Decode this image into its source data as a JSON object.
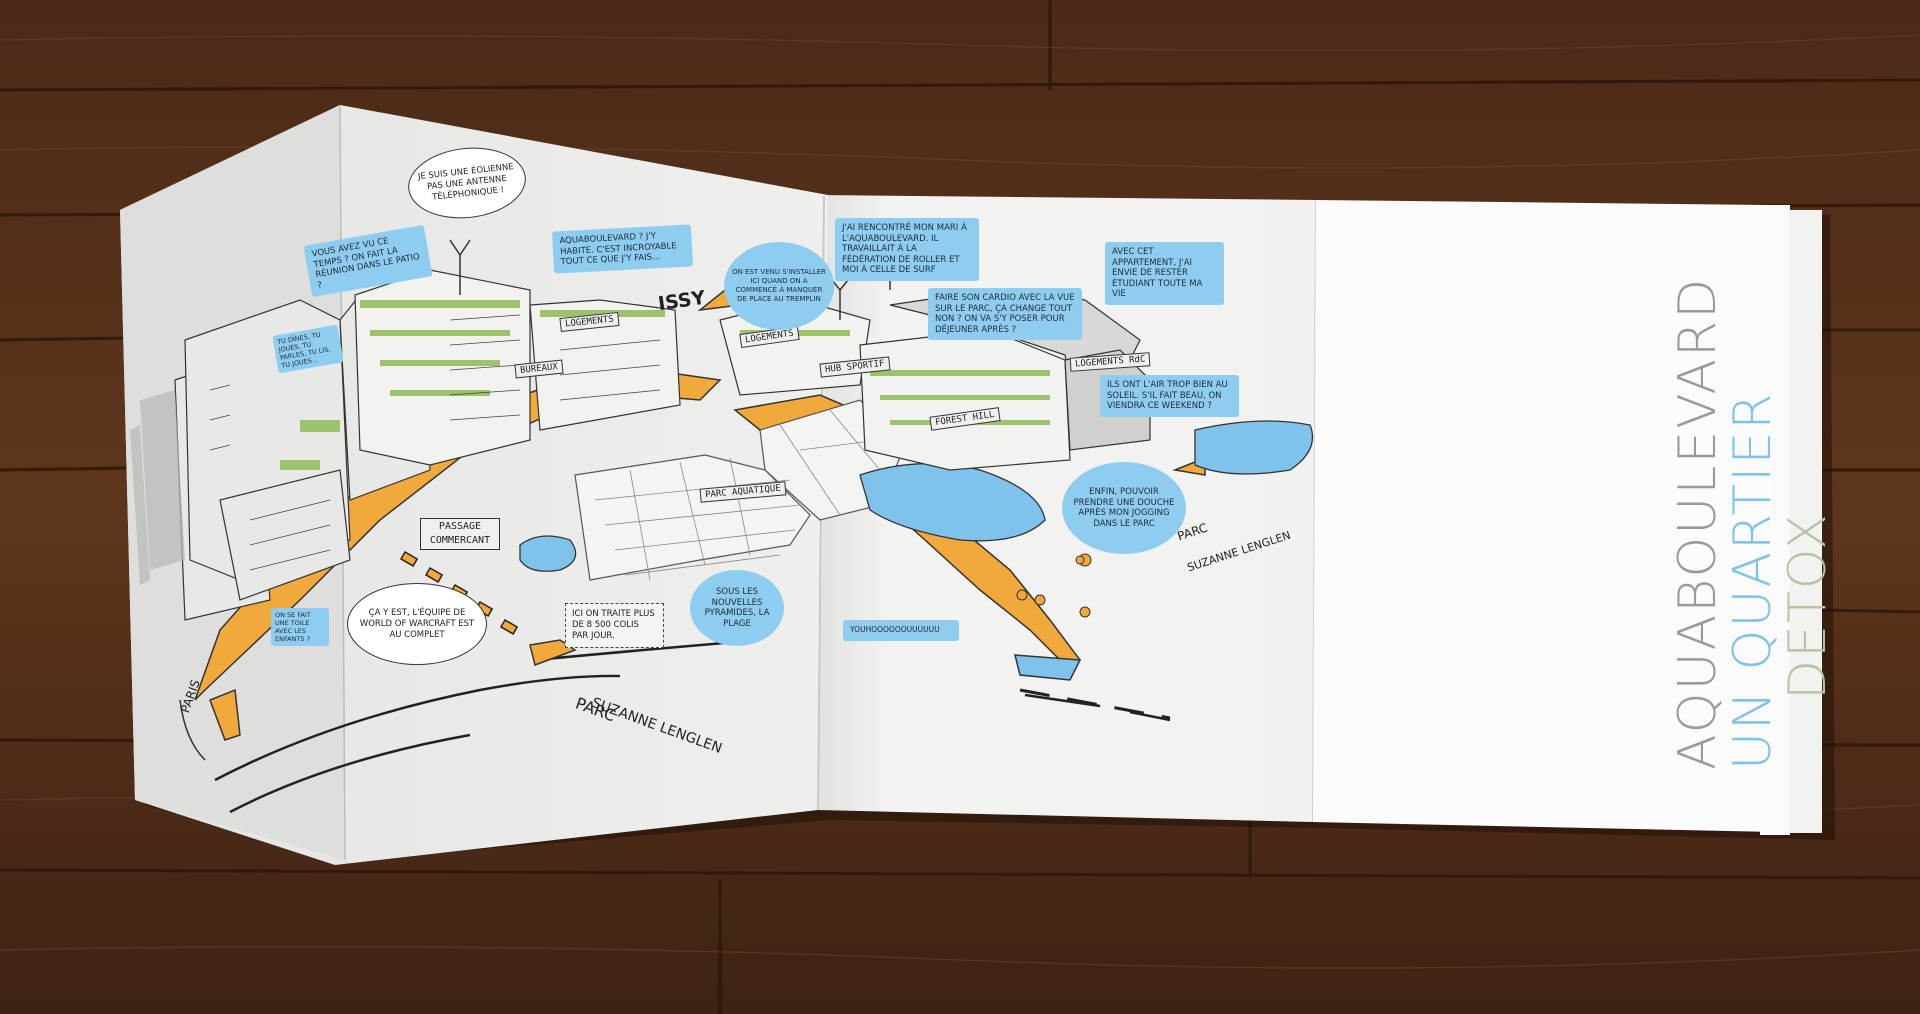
{
  "bubbles": {
    "vous_avez": "VOUS AVEZ VU CE TEMPS ? ON FAIT LA RÉUNION DANS LE PATIO ?",
    "aquaboulevard_habite": "AQUABOULEVARD ? J'Y HABITE. C'EST INCROYABLE TOUT CE QUE J'Y FAIS...",
    "on_est_venu": "ON EST VENU S'INSTALLER ICI QUAND ON A COMMENCÉ À MANQUER DE PLACE AU TREMPLIN",
    "rencontre_mari": "J'AI RENCONTRÉ MON MARI À L'AQUABOULEVARD. IL TRAVAILLAIT À LA FÉDÉRATION DE ROLLER ET MOI À CELLE DE SURF",
    "appartement": "AVEC CET APPARTEMENT, J'AI ENVIE DE RESTER ÉTUDIANT TOUTE MA VIE",
    "cardio": "FAIRE SON CARDIO AVEC LA VUE SUR LE PARC, ÇA CHANGE TOUT NON ? ON VA S'Y POSER POUR DÉJEUNER APRÈS ?",
    "soleil": "ILS ONT L'AIR TROP BIEN AU SOLEIL. S'IL FAIT BEAU, ON VIENDRA CE WEEKEND ?",
    "douche": "ENFIN, POUVOIR PRENDRE UNE DOUCHE APRÈS MON JOGGING DANS LE PARC",
    "pyramides": "SOUS LES NOUVELLES PYRAMIDES, LA PLAGE",
    "youhou": "YOUHOOOOOOUUUUUU",
    "tu_dines": "TU DÎNES, TU JOUES, TU PARLES, TU LIS, TU JOUES...",
    "toile": "ON SE FAIT UNE TOILE AVEC LES ENFANTS ?"
  },
  "clouds": {
    "eolienne": "JE SUIS UNE ÉOLIENNE PAS UNE ANTENNE TÉLÉPHONIQUE !",
    "warcraft": "ÇA Y EST, L'ÉQUIPE DE WORLD OF WARCRAFT EST AU COMPLET"
  },
  "notes": {
    "colis": "ICI ON TRAITE PLUS DE 8 500 COLIS PAR JOUR."
  },
  "labels": {
    "logements": "LOGEMENTS",
    "logements2": "LOGEMENTS",
    "bureaux": "BUREAUX",
    "hub_sportif": "HUB SPORTIF",
    "forest_hill": "FOREST HILL",
    "logements_rdc": "LOGEMENTS RdC",
    "parc_aquatique": "PARC AQUATIQUE",
    "passage_commercant": "PASSAGE COMMERCANT"
  },
  "map": {
    "issy": "ISSY",
    "paris": "PARIS",
    "parc": "PARC",
    "suzanne": "SUZANNE LENGLEN",
    "parc_small": "PARC",
    "suzanne_small": "SUZANNE LENGLEN"
  },
  "cover": {
    "line1": "AQUABOULEVARD",
    "line2": "UN QUARTIER",
    "line3": "DETOX"
  },
  "colors": {
    "floor": "#3b2012",
    "bubble": "#8fcdf0",
    "path": "#f0a93a",
    "cover_grey": "#9a9a9a",
    "cover_blue": "#7fc3ec",
    "cover_green": "#b7c4a3"
  }
}
